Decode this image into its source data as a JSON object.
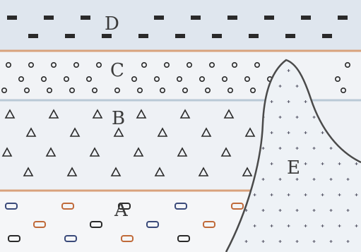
{
  "layers": [
    {
      "label": "D",
      "fill": "#dfe6ee",
      "symbol": "dash"
    },
    {
      "label": "C",
      "fill": "#f1f3f6",
      "symbol": "circle"
    },
    {
      "label": "B",
      "fill": "#eef1f5",
      "symbol": "triangle"
    },
    {
      "label": "A",
      "fill": "#f5f6f8",
      "symbol": "rounded-rect"
    }
  ],
  "intrusion": {
    "label": "E",
    "fill": "#eef2f6",
    "symbol": "cross"
  },
  "colors": {
    "boundary": "#d9a27c",
    "outline": "#4a4a4a",
    "symbol": "#2a2a2a",
    "symbol_accent": "#c04040"
  }
}
